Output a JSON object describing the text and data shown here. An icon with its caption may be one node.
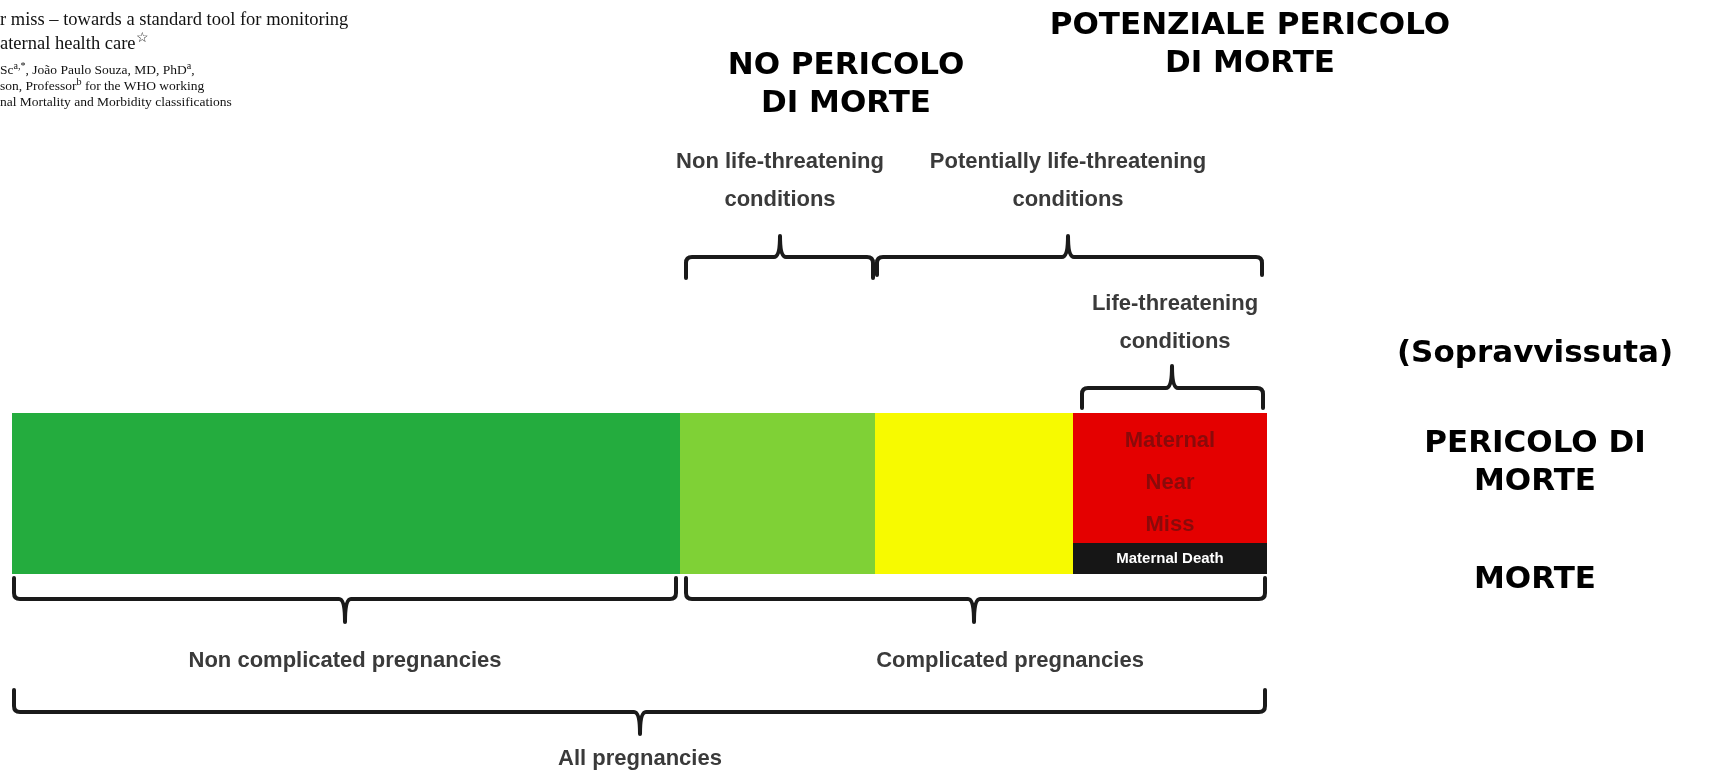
{
  "diagram": {
    "nodes": [
      {
        "text": [],
        "shape": "bar"
      },
      {
        "text": [],
        "shape": "bar"
      },
      {
        "text": [],
        "shape": "bar"
      },
      {
        "text": [
          "Maternal Near Miss"
        ]
      },
      {
        "text": [
          "Maternal Death"
        ],
        "in": 3
      }
    ],
    "labels": [
      "r miss – towards a standard tool for monitoring",
      "aternal health care$^{☆}$",
      "Sc$^{a,*}$, João Paulo Souza, MD, PhD$^{a}$,",
      "son, Professor$^{b}$ for the WHO working",
      "nal Mortality and Morbidity classifications",
      "POTENZIALE PERICOLO DI MORTE",
      "NO PERICOLO DI MORTE",
      "Non life-threatening conditions",
      "Potentially life-threatening conditions",
      "Life-threatening conditions",
      "(Sopravvissuta)",
      "PERICOLO DI MORTE",
      "MORTE",
      "Non complicated pregnancies",
      "Complicated pregnancies",
      "All pregnancies"
    ]
  }
}
